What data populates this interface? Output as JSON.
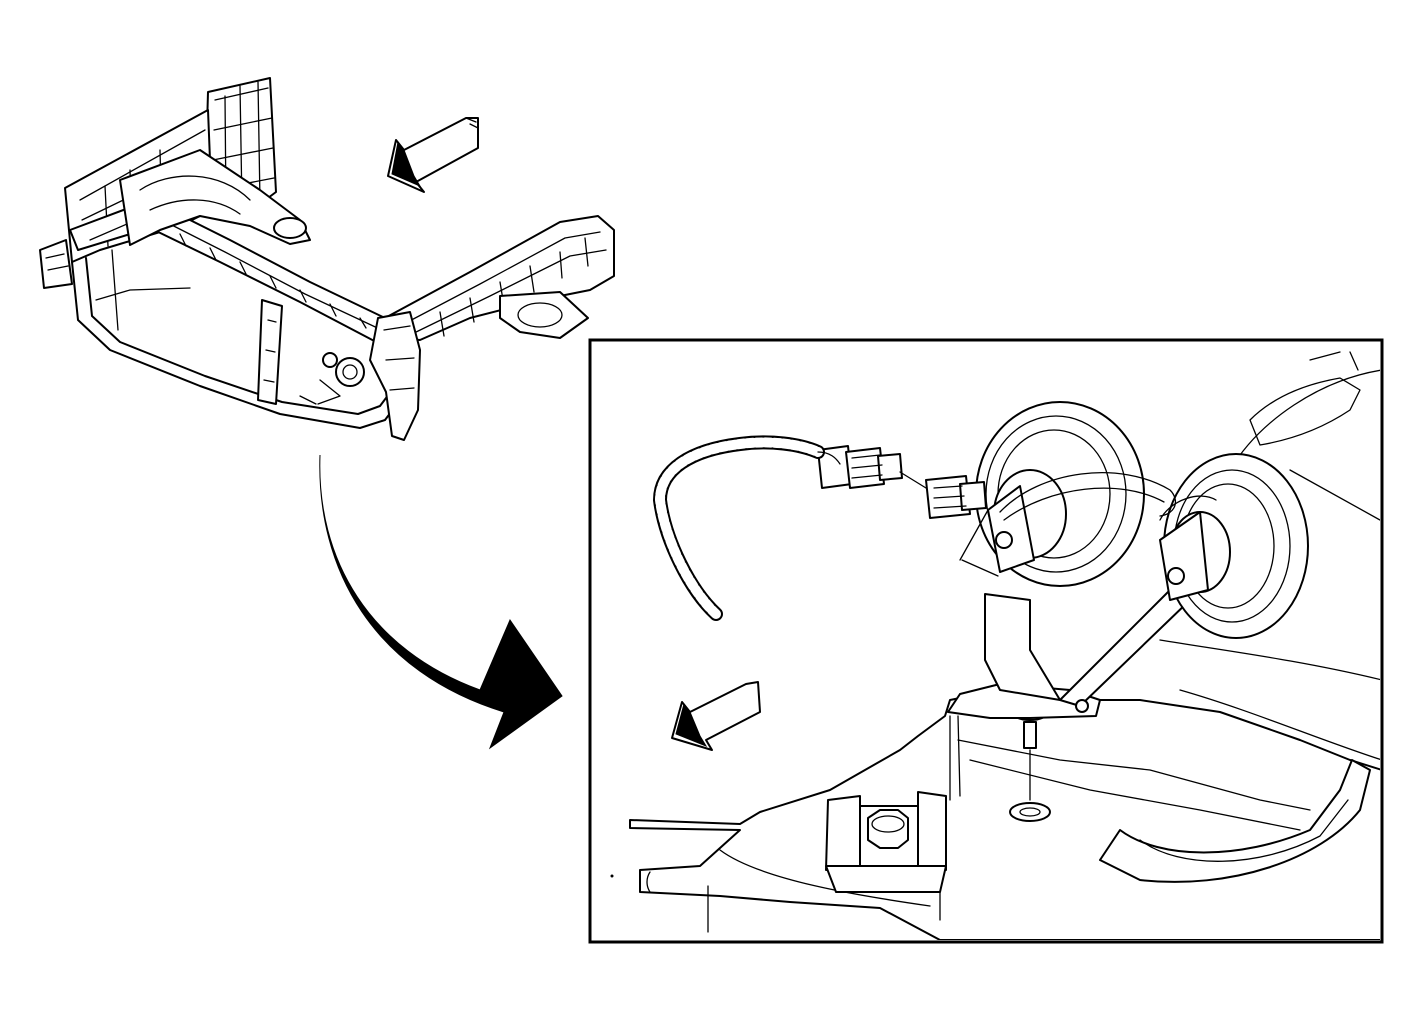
{
  "diagram": {
    "overview": {
      "subject": "radiator-support-assembly",
      "view": "front-left-isometric"
    },
    "callout": {
      "subject": "horn-assembly-and-mounting-bracket",
      "frame": "rectangular-detail-box"
    },
    "indicators": {
      "forward_arrow_icon": "front-of-vehicle-arrow-icon",
      "transition_arrow_icon": "curved-callout-arrow-icon"
    },
    "colors": {
      "line": "#000000",
      "background": "#ffffff"
    }
  }
}
